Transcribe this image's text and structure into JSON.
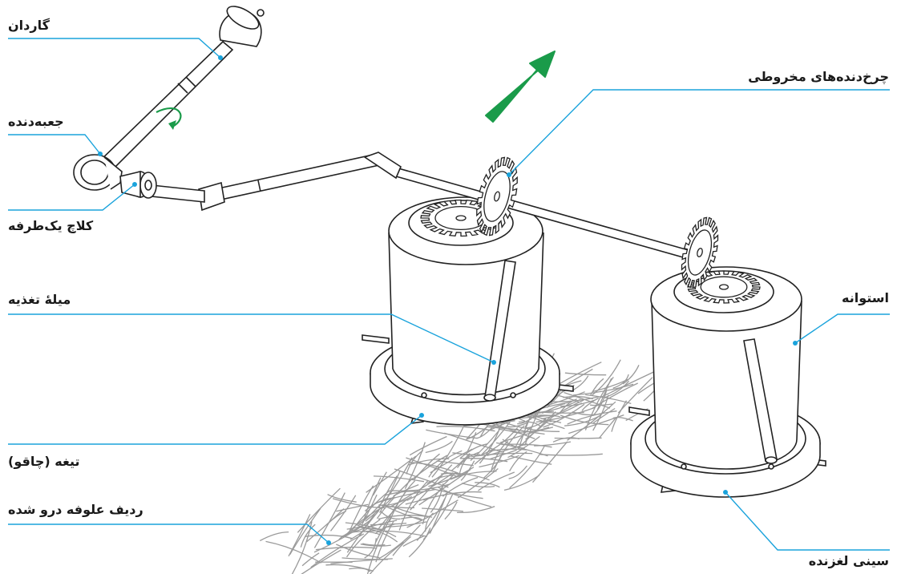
{
  "diagram": {
    "accent_color": "#1aa3dc",
    "arrow_color": "#1a9b4a",
    "labels": {
      "gardan": "گاردان",
      "gearbox": "جعبه‌دنده",
      "one_way_clutch": "کلاچ یک‌طرفه",
      "feed_bar": "میلهٔ تغذیه",
      "blade": "تیغه (چاقو)",
      "cut_forage_row": "ردیف علوفه درو شده",
      "bevel_gears": "چرخ‌دنده‌های مخروطی",
      "cylinder": "استوانه",
      "sliding_tray": "سینی لغزنده"
    },
    "icons": {
      "travel_direction": "arrow-up-right-icon",
      "rotation": "curved-rotation-arrow-icon"
    }
  }
}
